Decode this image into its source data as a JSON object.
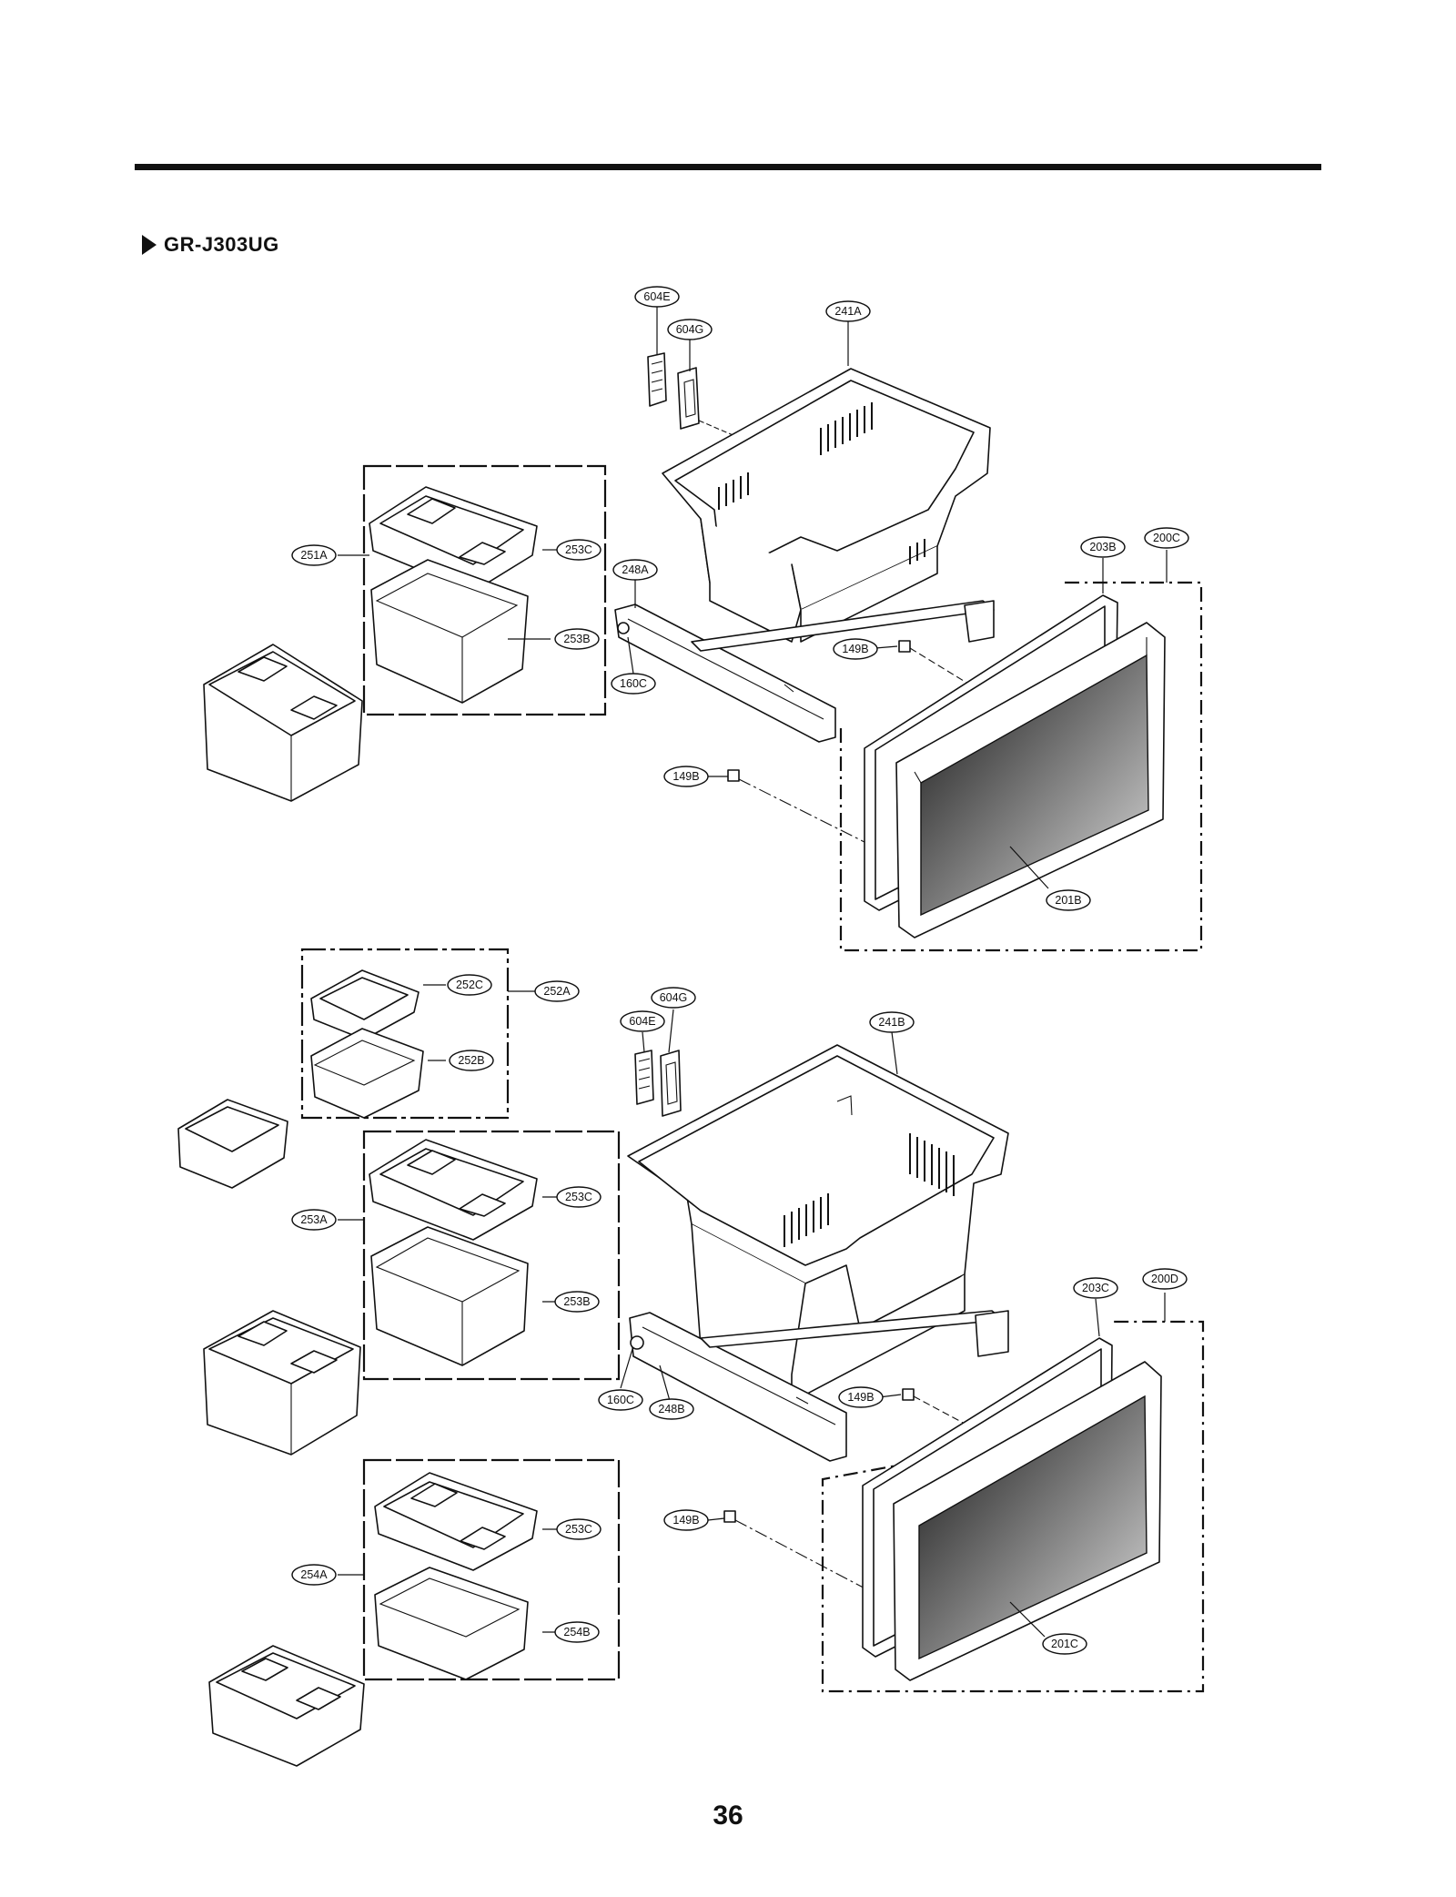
{
  "header": {
    "model": "GR-J303UG"
  },
  "footer": {
    "page_number": "36"
  },
  "callouts": [
    "604E",
    "604G",
    "241A",
    "251A",
    "253C",
    "248A",
    "253B",
    "160C",
    "149B",
    "203B",
    "200C",
    "149B",
    "201B",
    "252C",
    "252A",
    "604G",
    "604E",
    "241B",
    "252B",
    "253A",
    "253C",
    "253B",
    "160C",
    "248B",
    "149B",
    "203C",
    "200D",
    "149B",
    "201C",
    "254A",
    "253C",
    "254B"
  ]
}
